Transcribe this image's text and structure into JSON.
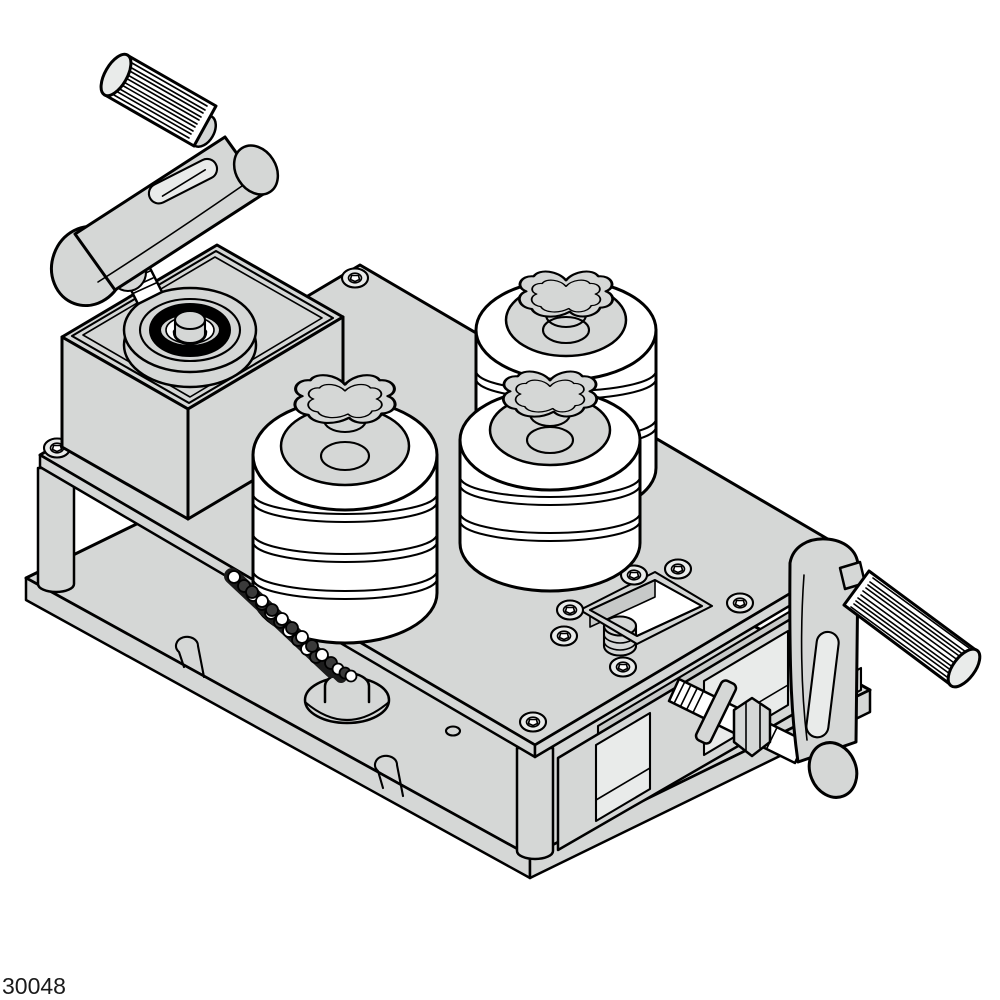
{
  "figure": {
    "caption": "30048"
  },
  "colors": {
    "background": "#ffffff",
    "part_fill": "#d5d7d6",
    "interior_fill": "#c7c9c8",
    "roller_fill": "#ffffff",
    "outline": "#000000",
    "chain_dark": "#1c1c1c"
  },
  "parts": [
    "crank-handle-left",
    "gearbox-with-bearing",
    "guide-roller-stack-middle",
    "guide-roller-stack-rear",
    "guide-roller-stack-front",
    "drive-chain",
    "chain-sprocket",
    "top-plate",
    "base-plate",
    "support-columns",
    "side-frame",
    "adjusting-screw-with-nuts",
    "crank-handle-right",
    "mounting-slots"
  ]
}
